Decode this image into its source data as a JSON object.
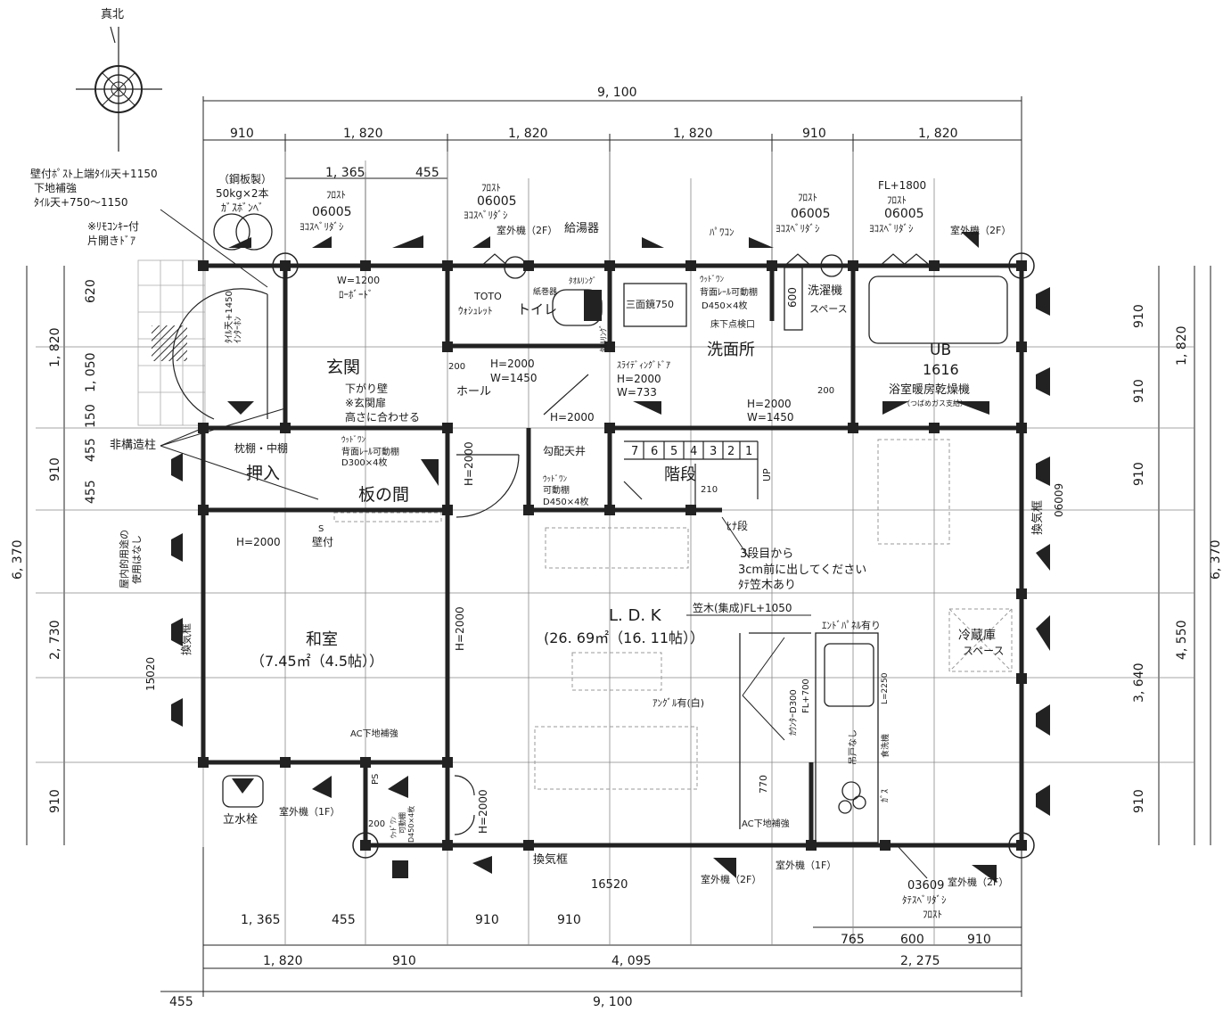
{
  "north_label": "真北",
  "dims": {
    "top_total": "9, 100",
    "top_1": "910",
    "top_2": "1, 820",
    "top_3": "1, 820",
    "top_4": "1, 820",
    "top_5": "910",
    "top_6": "1, 820",
    "top_sub_a": "1, 365",
    "top_sub_b": "455",
    "left_a": "620",
    "left_b": "1, 050",
    "left_c": "150",
    "left_d": "455",
    "left_e": "455",
    "left_f": "2, 730",
    "left_g": "910",
    "left_big_1": "1, 820",
    "left_big_2": "910",
    "left_total": "6, 370",
    "right_a": "910",
    "right_b": "910",
    "right_c": "910",
    "right_d": "3, 640",
    "right_e": "910",
    "right_big_1": "1, 820",
    "right_big_2": "4, 550",
    "right_total": "6, 370",
    "bot_1": "1, 365",
    "bot_2": "455",
    "bot_3": "910",
    "bot_4": "910",
    "bot_5": "765",
    "bot_6": "600",
    "bot_7": "910",
    "bot_8": "1, 820",
    "bot_9": "910",
    "bot_10": "4, 095",
    "bot_11": "2, 275",
    "bot_12": "455",
    "bot_total": "9, 100"
  },
  "rooms": {
    "genkan": "玄関",
    "hall": "ホール",
    "toilet": "トイレ",
    "senmen": "洗面所",
    "ub": "UB",
    "ub_size": "1616",
    "oshiire": "押入",
    "itanoma": "板の間",
    "kaidan": "階段",
    "washitsu": "和室",
    "washitsu_area": "（7.45㎡（4.5帖））",
    "ldk": "L. D. K",
    "ldk_area": "(26. 69㎡（16. 11帖））",
    "reizouko_1": "冷蔵庫",
    "reizouko_2": "スペース"
  },
  "notes": {
    "post_1": "壁付ﾎﾟｽﾄ上端ﾀｲﾙ天+1150",
    "post_2": "下地補強",
    "post_3": "ﾀｲﾙ天+750～1150",
    "gas_1": "（鋼板製）",
    "gas_2": "50kg×2本",
    "gas_3": "ｶﾞｽﾎﾞﾝﾍﾞ",
    "remocon": "※ﾘﾓｺﾝｷｰ付",
    "door_1": "片開きﾄﾞｱ",
    "win_a1": "ﾌﾛｽﾄ",
    "win_a2": "06005",
    "win_a3": "ﾖｺｽﾍﾞﾘﾀﾞｼ",
    "win_b1": "ﾌﾛｽﾄ",
    "win_b2": "06005",
    "win_b3": "ﾖｺｽﾍﾞﾘﾀﾞｼ",
    "win_c1": "ﾌﾛｽﾄ",
    "win_c2": "06005",
    "win_c3": "ﾖｺｽﾍﾞﾘﾀﾞｼ",
    "win_d0": "FL+1800",
    "win_d1": "ﾌﾛｽﾄ",
    "win_d2": "06005",
    "win_d3": "ﾖｺｽﾍﾞﾘﾀﾞｼ",
    "outdoor_2f_a": "室外機（2F）",
    "outdoor_2f_b": "室外機（2F）",
    "outdoor_2f_c": "室外機（2F）",
    "outdoor_2f_d": "室外機（2F）",
    "outdoor_1f_a": "室外機（1F）",
    "outdoor_1f_b": "室外機（1F）",
    "kyutouki": "給湯器",
    "pawacon": "ﾊﾟﾜｺﾝ",
    "intercom": "ｲﾝﾀｰﾎﾝ",
    "tile_1450": "ﾀｲﾙ天+1450",
    "w1200": "W=1200",
    "lowboard": "ﾛｰﾎﾞｰﾄﾞ",
    "toto_1": "TOTO",
    "toto_2": "ｳｫｼｭﾚｯﾄ",
    "kamimaki": "紙巻器",
    "towel": "ﾀｵﾙﾘﾝｸﾞ",
    "towel2": "ﾀｵﾙﾘﾝｸﾞ",
    "mirror": "三面鏡750",
    "shelf_1": "ｳｯﾄﾞﾜﾝ",
    "shelf_2": "背面ﾚｰﾙ可動棚",
    "shelf_3": "D450×4枚",
    "yukashita": "床下点検口",
    "w600": "600",
    "sentakuki_1": "洗濯機",
    "sentakuki_2": "スペース",
    "h2000_a": "H=2000",
    "w1450_a": "W=1450",
    "slide_1": "ｽﾗｲﾃﾞｨﾝｸﾞﾄﾞｱ",
    "slide_2": "H=2000",
    "slide_3": "W=733",
    "h2000_b": "H=2000",
    "w1450_b": "W=1450",
    "n200_a": "200",
    "n200_b": "200",
    "yokushitsu": "浴室暖房乾燥機",
    "tsubame": "（つばめガス支給）",
    "sagari_1": "下がり壁",
    "sagari_2": "※玄関扉",
    "sagari_3": "高さに合わせる",
    "hikouzou": "非構造柱",
    "makura": "枕棚・中棚",
    "shelf2_1": "ｳｯﾄﾞﾜﾝ",
    "shelf2_2": "背面ﾚｰﾙ可動棚",
    "shelf2_3": "D300×4枚",
    "h2000_c": "H=2000",
    "koubai": "勾配天井",
    "shelf3_1": "ｳｯﾄﾞﾜﾝ",
    "shelf3_2": "可動棚",
    "shelf3_3": "D450×4枚",
    "h2000_d": "H=2000",
    "step_7": "7",
    "step_6": "6",
    "step_5": "5",
    "step_4": "4",
    "step_3": "3",
    "step_2": "2",
    "step_1": "1",
    "up": "UP",
    "n210": "210",
    "hinadan": "ﾋﾅ段",
    "kaidan_note_1": "3段目から",
    "kaidan_note_2": "3cm前に出してください",
    "kaidan_note_3": "ﾀﾃ笠木あり",
    "kanki_right": "換気框",
    "n06009": "06009",
    "h2000_e": "H=2000",
    "kabetsuki": "壁付",
    "s_mark": "S",
    "okunai_1": "屋内的用途の",
    "okunai_2": "使用はなし",
    "kanki_left": "換気框",
    "n15020": "15020",
    "h2000_f": "H=2000",
    "ac_1": "AC下地補強",
    "ac_2": "AC下地補強",
    "kasagi": "笠木(集成)FL+1050",
    "endpanel": "ｴﾝﾄﾞﾊﾟﾈﾙ有り",
    "counter": "ｶｳﾝﾀｰD300",
    "counter_2": "FL+700",
    "angle": "ｱﾝｸﾞﾙ有(白)",
    "l2250": "L=2250",
    "tsurito": "吊戸なし",
    "shokusen": "食洗機",
    "gas": "ｶﾞｽ",
    "n770": "770",
    "ps": "PS",
    "n200_c": "200",
    "shelf4_1": "ｳｯﾄﾞﾜﾝ",
    "shelf4_2": "可動棚",
    "shelf4_3": "D450×4枚",
    "h2000_g": "H=2000",
    "tatesuisen": "立水栓",
    "kanki_bottom": "換気框",
    "n16520": "16520",
    "win_e1": "03609",
    "win_e2": "ﾀﾃｽﾍﾞﾘﾀﾞｼ",
    "win_e3": "ﾌﾛｽﾄ"
  }
}
